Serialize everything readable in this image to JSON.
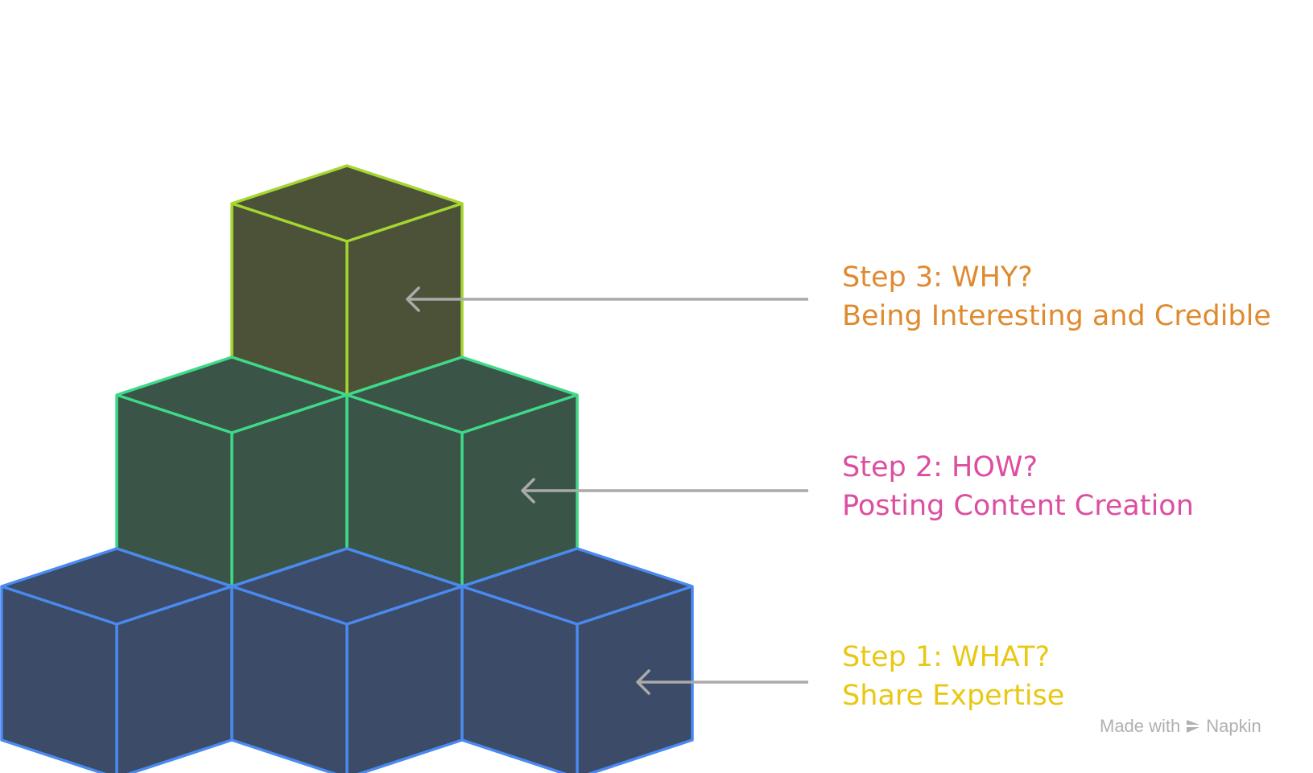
{
  "steps": [
    {
      "id": 3,
      "title": "Step 3: WHY?",
      "subtitle": "Being Interesting and Credible",
      "color": "#E08A30"
    },
    {
      "id": 2,
      "title": "Step 2: HOW?",
      "subtitle": "Posting Content Creation",
      "color": "#DC4FA0"
    },
    {
      "id": 1,
      "title": "Step 1: WHAT?",
      "subtitle": "Share Expertise",
      "color": "#E8C814"
    }
  ],
  "tiers": {
    "top": {
      "fill": "#4B5238",
      "stroke": "#A6D630"
    },
    "middle": {
      "fill": "#3A5448",
      "stroke": "#3FD98A"
    },
    "bottom": {
      "fill": "#3C4B67",
      "stroke": "#4A8AF0"
    }
  },
  "arrow_color": "#AAAAAA",
  "watermark": {
    "prefix": "Made with",
    "brand": "Napkin",
    "icon": "napkin-icon"
  }
}
